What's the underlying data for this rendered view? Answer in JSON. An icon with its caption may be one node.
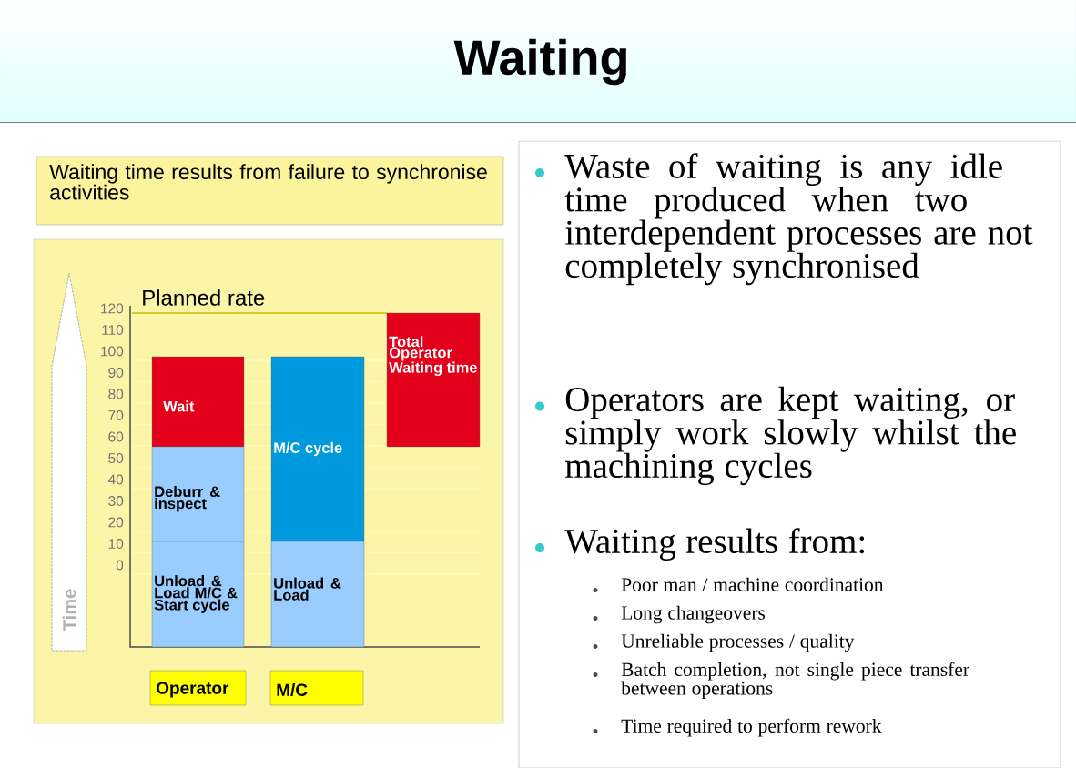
{
  "diagram": {
    "title": "Waiting",
    "nodes": [
      {
        "text": [
          "Waiting time results from failure to synchronise activities"
        ]
      },
      {
        "text": [],
        "shape": "box"
      },
      {
        "text": [
          "Time"
        ],
        "in": 1
      },
      {
        "text": [
          "Wait"
        ],
        "in": 1
      },
      {
        "text": [
          "Deburr & inspect"
        ],
        "in": 1
      },
      {
        "text": [
          "Unload & Load M/C & Start cycle"
        ],
        "in": 1
      },
      {
        "text": [
          "M/C cycle"
        ],
        "in": 1
      },
      {
        "text": [
          "Unload & Load"
        ],
        "in": 1
      },
      {
        "text": [
          "Total Operator Waiting time"
        ],
        "in": 1
      },
      {
        "text": [
          "Operator"
        ],
        "in": 1
      },
      {
        "text": [
          "M/C"
        ],
        "in": 1
      },
      {
        "text": [
          "Waste of waiting is any idle time produced when two interdependent processes are not completely synchronised",
          "Operators are kept waiting, or simply work slowly whilst the machining cycles",
          "Waiting results from:",
          "Poor man / machine coordination",
          "Long changeovers",
          "Unreliable processes / quality",
          "Batch completion, not single piece transfer between operations",
          "Time required to perform rework"
        ]
      }
    ],
    "edges": [],
    "labels": [
      "Planned rate",
      "120",
      "110",
      "100",
      "90",
      "80",
      "70",
      "60",
      "50",
      "40",
      "30",
      "20",
      "10",
      "0"
    ]
  }
}
